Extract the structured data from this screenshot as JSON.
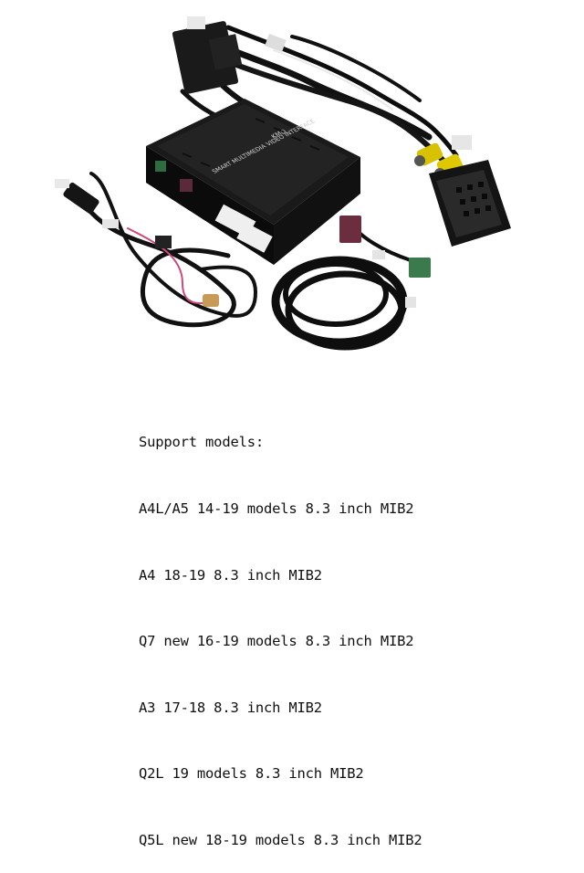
{
  "product": {
    "box_label": "SMART MULTIMEDIA VIDEO INTERFACE",
    "box_brand": "KMD"
  },
  "caption": {
    "heading": "Support models:",
    "models": [
      "A4L/A5 14-19 models 8.3 inch MIB2",
      "A4 18-19 8.3 inch MIB2",
      "Q7 new 16-19 models 8.3 inch MIB2",
      "A3 17-18 8.3 inch MIB2",
      "Q2L 19 models 8.3 inch MIB2",
      "Q5L new 18-19 models 8.3 inch MIB2"
    ]
  }
}
